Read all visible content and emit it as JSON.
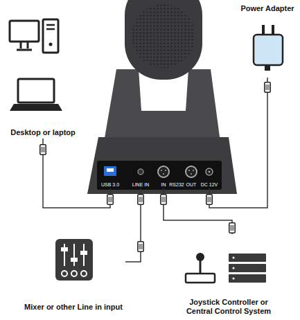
{
  "diagram": {
    "nodes": [
      {
        "text": [
          "Power Adapter"
        ]
      },
      {
        "text": [
          "Desktop or laptop"
        ]
      },
      {
        "text": [
          "USB 3.0"
        ]
      },
      {
        "text": [
          "LINE IN"
        ]
      },
      {
        "text": [
          "IN"
        ]
      },
      {
        "text": [
          "DC 12V"
        ]
      },
      {
        "text": [
          "Mixer or other Line in input"
        ]
      },
      {
        "text": [
          "Joystick Controller or Central Control System"
        ]
      }
    ],
    "edges": [
      {
        "from": 1,
        "to": 2,
        "arrow": "none"
      },
      {
        "from": 0,
        "to": 5,
        "arrow": "none"
      },
      {
        "from": 6,
        "to": 3,
        "arrow": "none"
      },
      {
        "from": 7,
        "to": 4,
        "arrow": "none"
      }
    ],
    "labels": [
      "RS232",
      "OUT"
    ]
  }
}
